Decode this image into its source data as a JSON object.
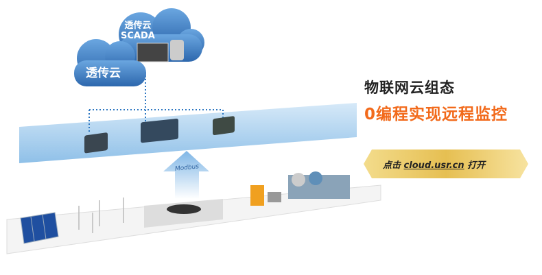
{
  "cloud": {
    "small_label": "透传云",
    "large_label_line1": "透传云",
    "large_label_line2": "SCADA"
  },
  "arrow_label": "Modbus",
  "headline": "物联网云组态",
  "subheadline": "0编程实现远程监控",
  "cta": {
    "prefix": "点击",
    "url": "cloud.usr.cn",
    "suffix": "打开"
  },
  "colors": {
    "accent": "#f26a1b",
    "cloud": "#3a7cc4",
    "gold": "#e8c35a"
  }
}
